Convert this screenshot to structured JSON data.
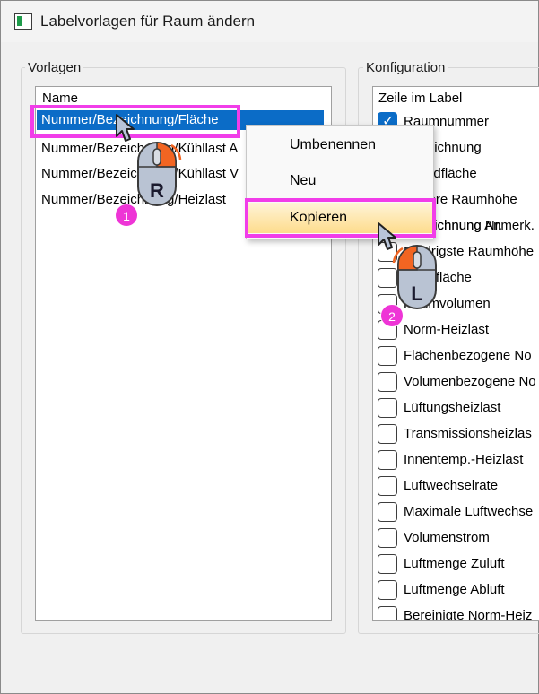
{
  "window": {
    "title": "Labelvorlagen für Raum ändern"
  },
  "vorlagen": {
    "group_label": "Vorlagen",
    "header": "Name",
    "items": [
      {
        "label": "Nummer/Bezeichnung/Fläche",
        "selected": true
      },
      {
        "label": "Nummer/Bezeichnung/Kühllast A"
      },
      {
        "label": "Nummer/Bezeichnung/Kühllast V"
      },
      {
        "label": "Nummer/Bezeichnung/Heizlast"
      }
    ]
  },
  "konfiguration": {
    "group_label": "Konfiguration",
    "header": "Zeile im Label",
    "items": [
      {
        "label": "Raumnummer",
        "checked": true
      },
      {
        "label": "Bezeichnung",
        "checked": true
      },
      {
        "label": "Grundfläche",
        "checked": true
      },
      {
        "label": "Mittlere Raumhöhe",
        "checked": true
      },
      {
        "label": "Bezeichnung Anmerk.",
        "checked": false
      },
      {
        "label": "Bezeichnung Nr.",
        "checked": false
      },
      {
        "label": "Niedrigste Raumhöhe",
        "checked": false
      },
      {
        "label": "Nettofläche",
        "checked": false
      },
      {
        "label": "Raumvolumen",
        "checked": false
      },
      {
        "label": "Norm-Heizlast",
        "checked": false
      },
      {
        "label": "Flächenbezogene No",
        "checked": false
      },
      {
        "label": "Volumenbezogene No",
        "checked": false
      },
      {
        "label": "Lüftungsheizlast",
        "checked": false
      },
      {
        "label": "Transmissionsheizlas",
        "checked": false
      },
      {
        "label": "Innentemp.-Heizlast",
        "checked": false
      },
      {
        "label": "Luftwechselrate",
        "checked": false
      },
      {
        "label": "Maximale Luftwechse",
        "checked": false
      },
      {
        "label": "Volumenstrom",
        "checked": false
      },
      {
        "label": "Luftmenge Zuluft",
        "checked": false
      },
      {
        "label": "Luftmenge Abluft",
        "checked": false
      },
      {
        "label": "Bereinigte Norm-Heiz",
        "checked": false
      }
    ]
  },
  "context_menu": {
    "items": [
      {
        "label": "Umbenennen"
      },
      {
        "label": "Neu"
      },
      {
        "label": "Kopieren",
        "hover": true
      }
    ]
  },
  "annotations": {
    "step1": {
      "badge": "1",
      "mouse_letter": "R"
    },
    "step2": {
      "badge": "2",
      "mouse_letter": "L"
    }
  },
  "colors": {
    "accent": "#0b6cc7",
    "highlight": "#f13de9",
    "badge": "#ee35d6",
    "menu_hover": "#fddc8c",
    "mouse_button": "#f26522"
  }
}
